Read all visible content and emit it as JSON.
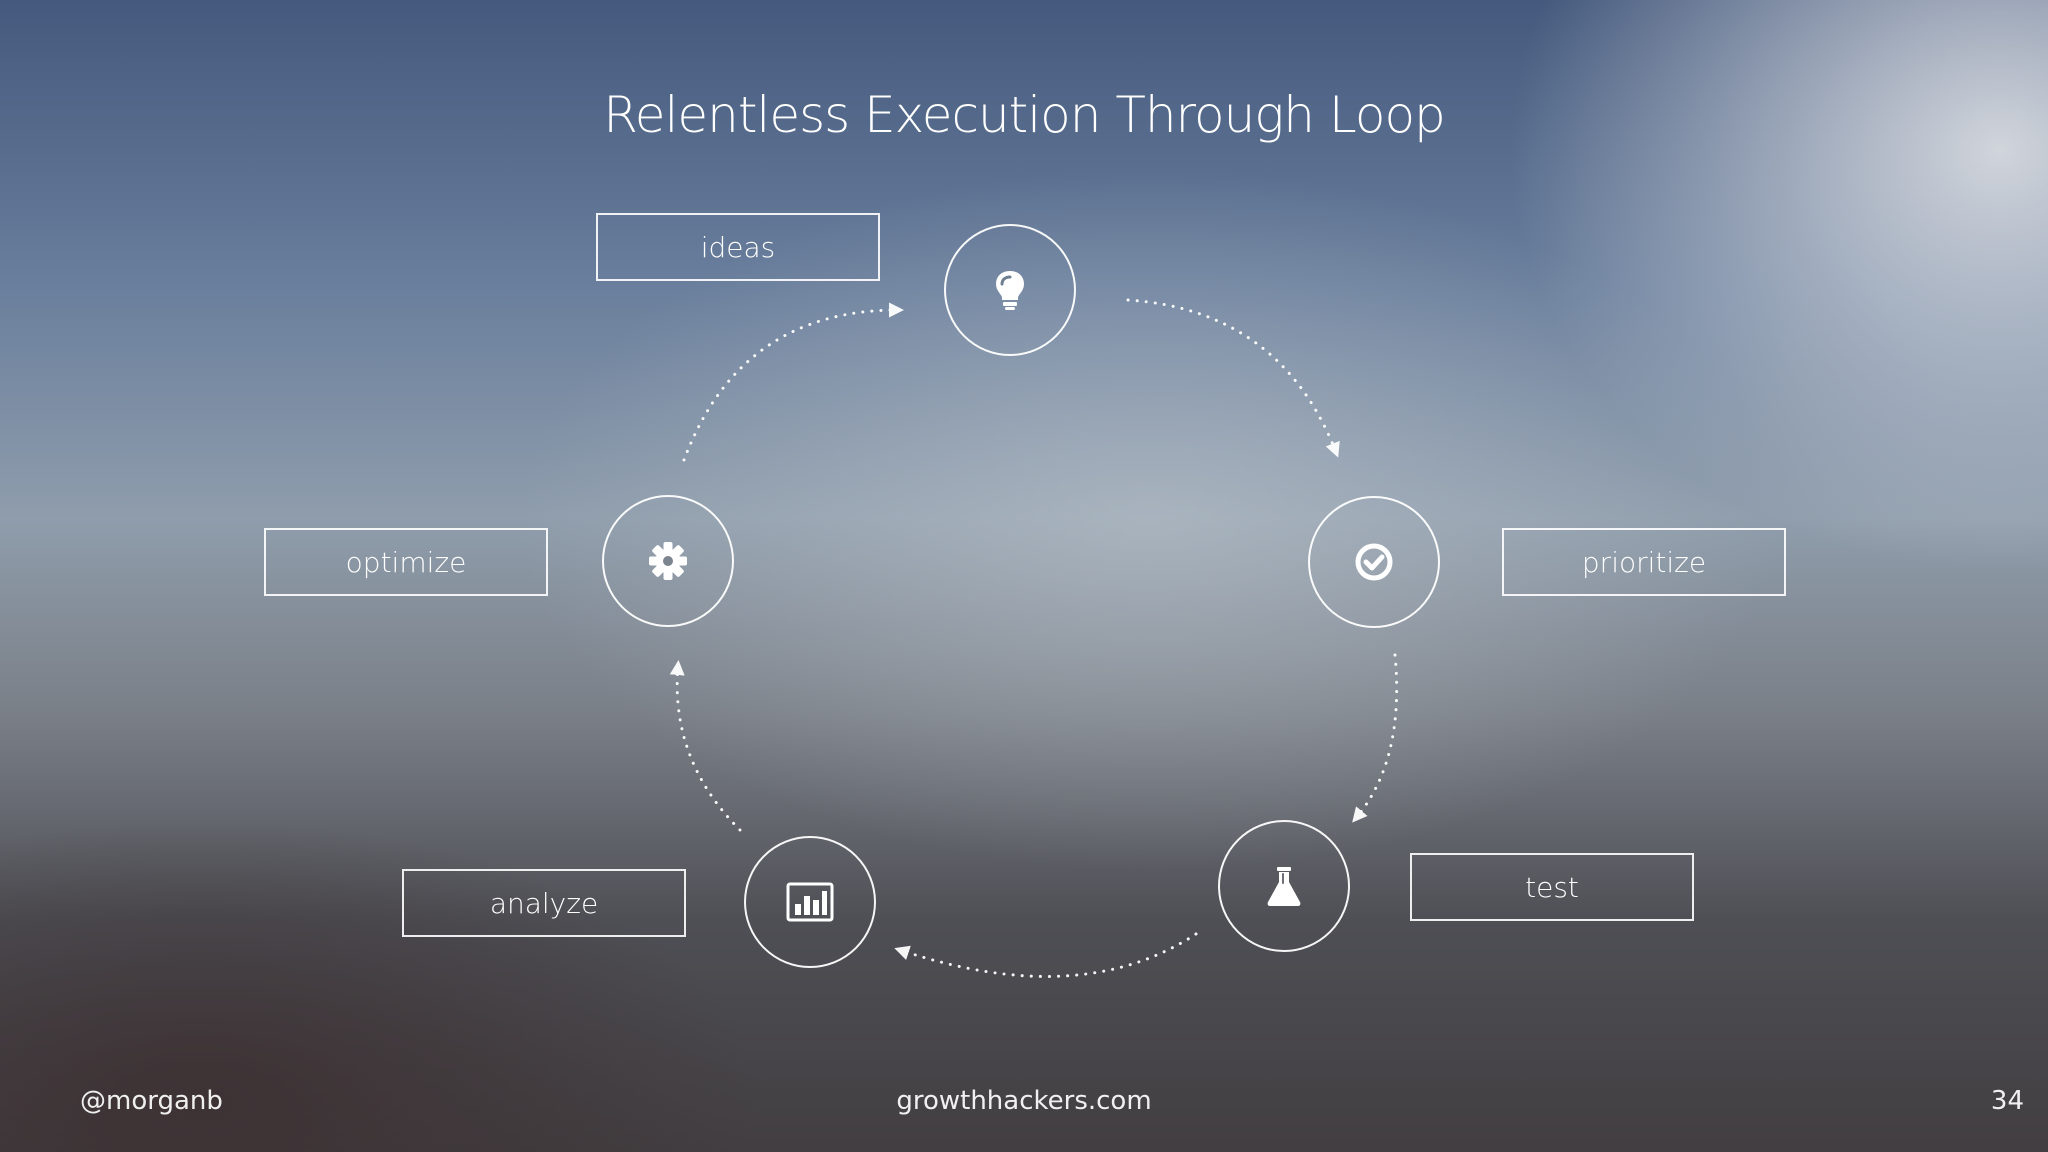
{
  "slide": {
    "title": "Relentless Execution Through Loop",
    "footer_handle": "@morganb",
    "footer_site": "growthhackers.com",
    "page_number": "34"
  },
  "loop": {
    "steps": [
      {
        "label": "ideas",
        "icon": "lightbulb-icon"
      },
      {
        "label": "prioritize",
        "icon": "check-circle-icon"
      },
      {
        "label": "test",
        "icon": "flask-icon"
      },
      {
        "label": "analyze",
        "icon": "bar-chart-icon"
      },
      {
        "label": "optimize",
        "icon": "gear-icon"
      }
    ]
  }
}
